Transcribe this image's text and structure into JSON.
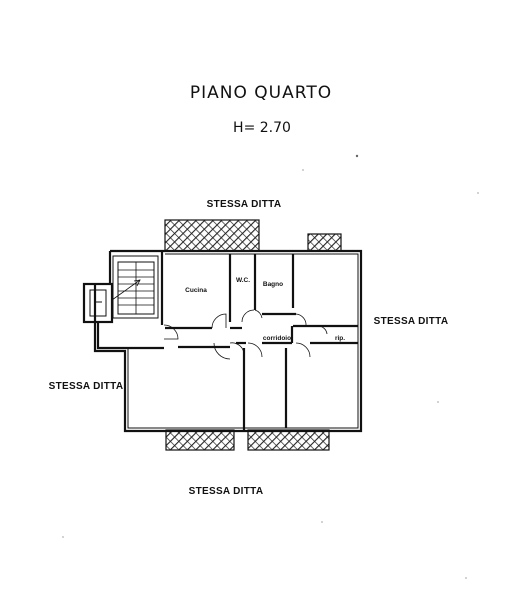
{
  "title": "PIANO QUARTO",
  "height_label": "H= 2.70",
  "neighbors": {
    "top": "STESSA DITTA",
    "right": "STESSA DITTA",
    "left": "STESSA DITTA",
    "bottom": "STESSA DITTA"
  },
  "rooms": {
    "kitchen": "Cucina",
    "wc": "W.C.",
    "bathroom": "Bagno",
    "corridor": "corridoio",
    "storage": "rip."
  }
}
